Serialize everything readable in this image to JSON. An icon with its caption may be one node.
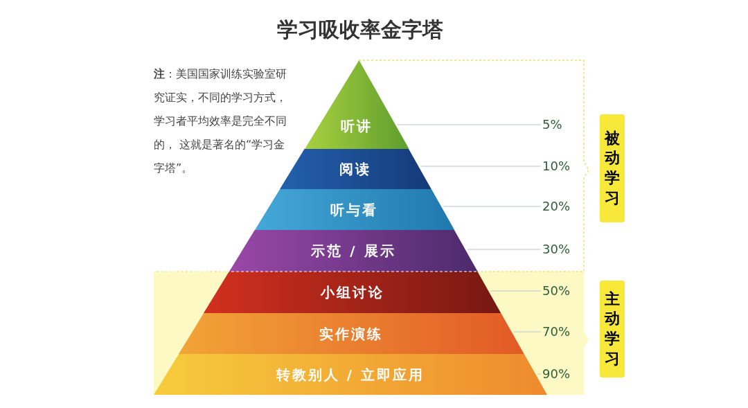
{
  "diagram": {
    "title": "学习吸收率金字塔",
    "nodes": [
      {
        "text": [
          "听讲"
        ]
      },
      {
        "text": [
          "阅读"
        ]
      },
      {
        "text": [
          "听与看"
        ]
      },
      {
        "text": [
          "示范 / 展示"
        ]
      },
      {
        "text": [
          "小组讨论"
        ]
      },
      {
        "text": [
          "实作演练"
        ]
      },
      {
        "text": [
          "转教别人 / 立即应用"
        ]
      },
      {
        "text": [
          "5%"
        ]
      },
      {
        "text": [
          "10%"
        ]
      },
      {
        "text": [
          "20%"
        ]
      },
      {
        "text": [
          "30%"
        ]
      },
      {
        "text": [
          "50%"
        ]
      },
      {
        "text": [
          "70%"
        ]
      },
      {
        "text": [
          "90%"
        ]
      },
      {
        "text": [
          "被动学习"
        ]
      },
      {
        "text": [
          "主动学习"
        ]
      }
    ],
    "edges": [
      {
        "from": 7,
        "to": 0,
        "arrow": "none"
      },
      {
        "from": 8,
        "to": 1,
        "arrow": "none"
      },
      {
        "from": 9,
        "to": 2,
        "arrow": "none"
      },
      {
        "from": 10,
        "to": 3,
        "arrow": "none"
      },
      {
        "from": 11,
        "to": 4,
        "arrow": "none"
      },
      {
        "from": 12,
        "to": 5,
        "arrow": "none"
      },
      {
        "from": 13,
        "to": 6,
        "arrow": "none"
      }
    ],
    "labels": [
      "**注**：美国国家训练实验室研究证实，不同的学习方式，学习者平均效率是完全不同的， 这就是著名的“学习金字塔”。"
    ]
  }
}
